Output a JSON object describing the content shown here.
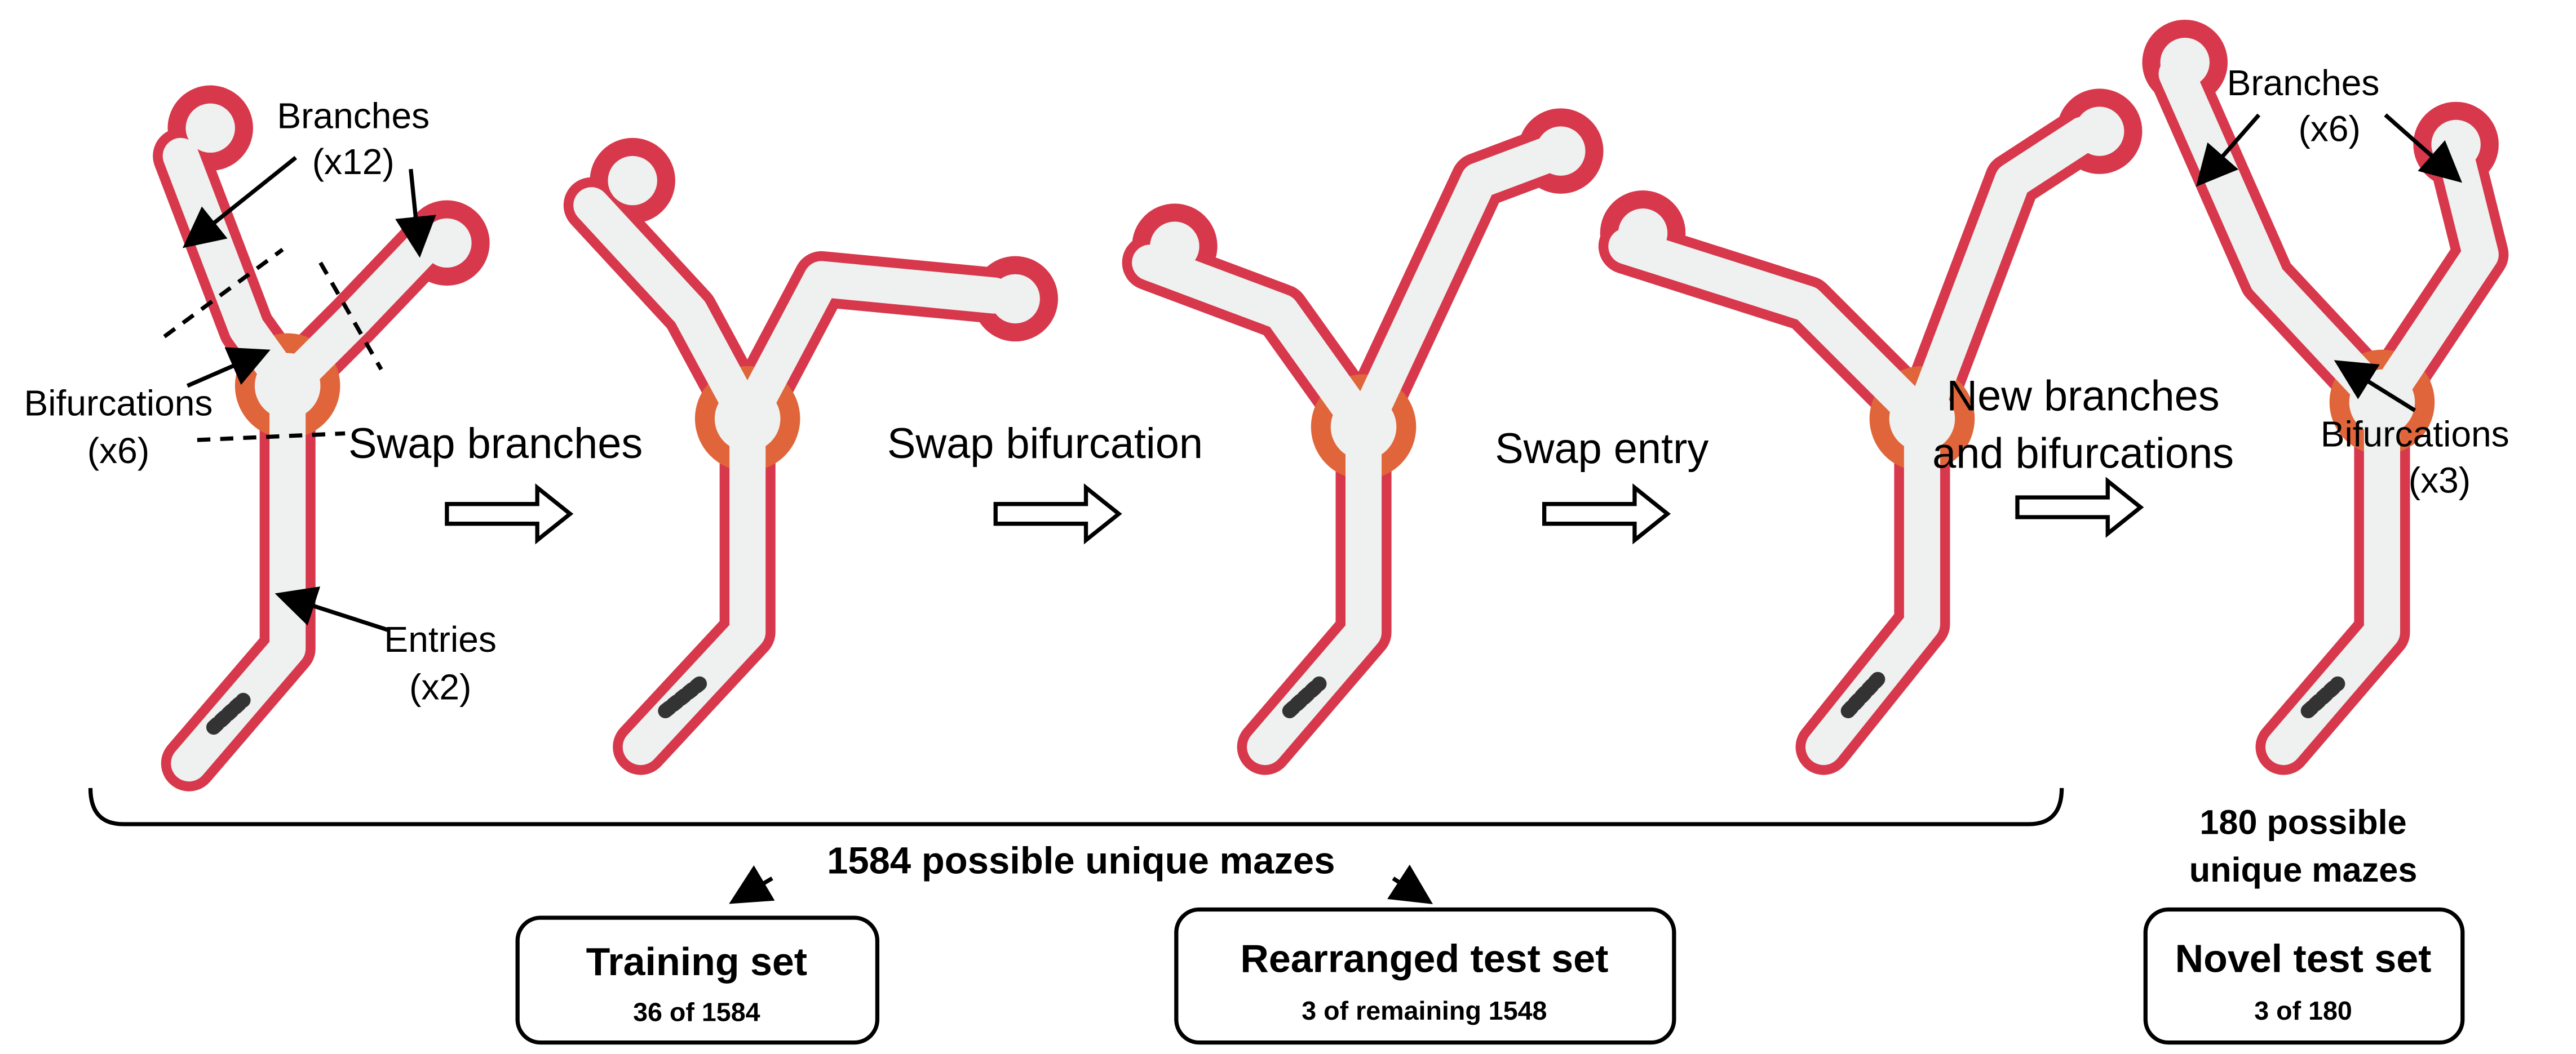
{
  "annotations": {
    "branches_left": [
      "Branches",
      "(x12)"
    ],
    "bifurcations_left": [
      "Bifurcations",
      "(x6)"
    ],
    "entries": [
      "Entries",
      "(x2)"
    ],
    "branches_right": [
      "Branches",
      "(x6)"
    ],
    "bifurcations_right": [
      "Bifurcations",
      "(x3)"
    ]
  },
  "steps": {
    "swap_branches": "Swap branches",
    "swap_bifurcation": "Swap bifurcation",
    "swap_entry": "Swap entry",
    "new_parts": [
      "New branches",
      "and bifurcations"
    ]
  },
  "totals": {
    "rearranged": "1584 possible unique mazes",
    "novel": [
      "180 possible",
      "unique mazes"
    ]
  },
  "sets": [
    {
      "title": "Training set",
      "subtitle": "36 of 1584"
    },
    {
      "title": "Rearranged test set",
      "subtitle": "3 of remaining 1548"
    },
    {
      "title": "Novel test set",
      "subtitle": "3 of 180"
    }
  ],
  "colors": {
    "wall": "#d8384c",
    "bifurcation": "#e0653a",
    "floor": "#eef1f0"
  }
}
